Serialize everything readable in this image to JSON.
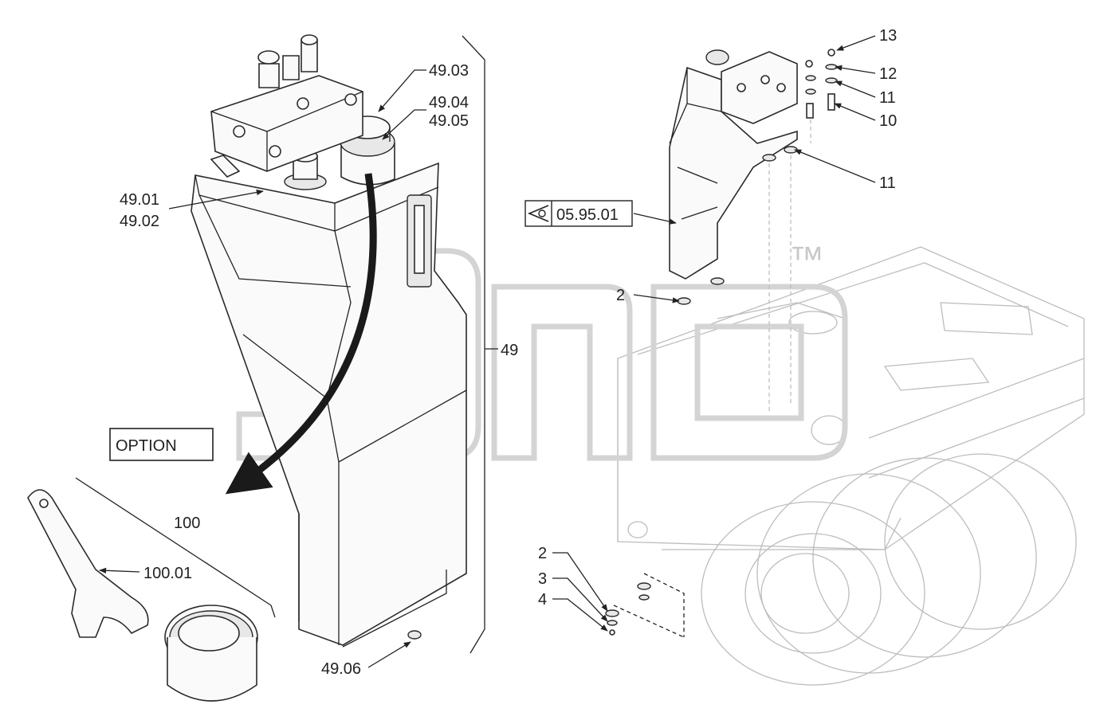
{
  "watermark": {
    "text": "3dTD",
    "trademark": "™"
  },
  "option_label": "OPTION",
  "view_ref": "05.95.01",
  "labels": {
    "l_49_03": "49.03",
    "l_49_04": "49.04",
    "l_49_05": "49.05",
    "l_49_01": "49.01",
    "l_49_02": "49.02",
    "l_49": "49",
    "l_49_06": "49.06",
    "l_100": "100",
    "l_100_01": "100.01",
    "l_13": "13",
    "l_12": "12",
    "l_11a": "11",
    "l_10": "10",
    "l_11b": "11",
    "l_2a": "2",
    "l_2b": "2",
    "l_3": "3",
    "l_4": "4"
  }
}
